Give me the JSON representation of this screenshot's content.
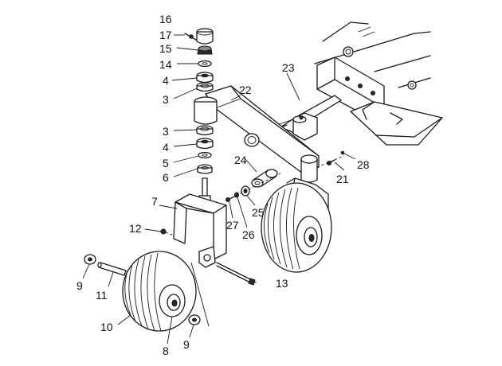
{
  "callouts": [
    {
      "id": "c16",
      "text": "16"
    },
    {
      "id": "c17",
      "text": "17"
    },
    {
      "id": "c15",
      "text": "15"
    },
    {
      "id": "c14",
      "text": "14"
    },
    {
      "id": "c4a",
      "text": "4"
    },
    {
      "id": "c3a",
      "text": "3"
    },
    {
      "id": "c22",
      "text": "22"
    },
    {
      "id": "c23",
      "text": "23"
    },
    {
      "id": "c3b",
      "text": "3"
    },
    {
      "id": "c4b",
      "text": "4"
    },
    {
      "id": "c5",
      "text": "5"
    },
    {
      "id": "c6",
      "text": "6"
    },
    {
      "id": "c24",
      "text": "24"
    },
    {
      "id": "c28",
      "text": "28"
    },
    {
      "id": "c21",
      "text": "21"
    },
    {
      "id": "c7",
      "text": "7"
    },
    {
      "id": "c25",
      "text": "25"
    },
    {
      "id": "c27",
      "text": "27"
    },
    {
      "id": "c26",
      "text": "26"
    },
    {
      "id": "c12",
      "text": "12"
    },
    {
      "id": "c9a",
      "text": "9"
    },
    {
      "id": "c11",
      "text": "11"
    },
    {
      "id": "c13",
      "text": "13"
    },
    {
      "id": "c10",
      "text": "10"
    },
    {
      "id": "c8",
      "text": "8"
    },
    {
      "id": "c9b",
      "text": "9"
    }
  ]
}
